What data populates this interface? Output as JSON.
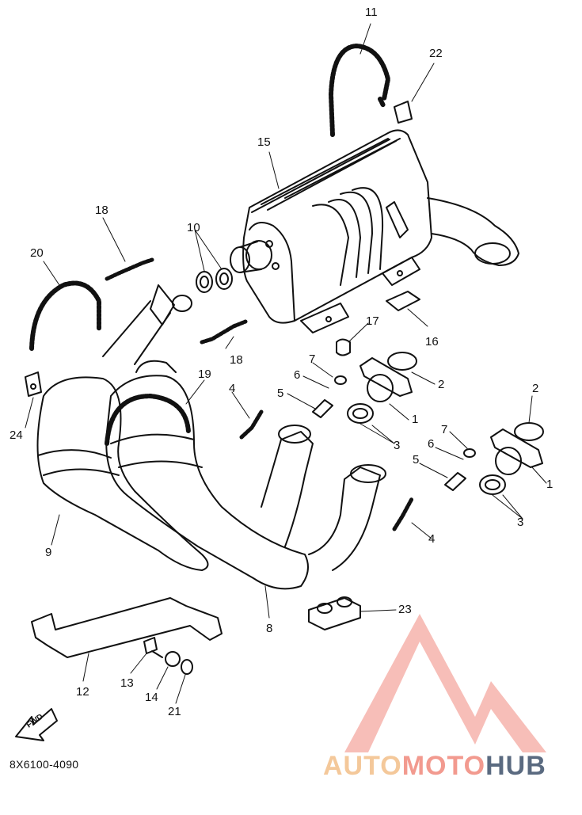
{
  "diagram": {
    "code": "8X6100-4090",
    "fwd_label": "FWD",
    "callouts": [
      "1",
      "1",
      "2",
      "2",
      "3",
      "3",
      "4",
      "4",
      "5",
      "5",
      "6",
      "6",
      "7",
      "7",
      "8",
      "9",
      "10",
      "11",
      "12",
      "13",
      "14",
      "15",
      "16",
      "17",
      "18",
      "18",
      "19",
      "20",
      "21",
      "22",
      "23",
      "24"
    ]
  },
  "watermark": {
    "part1": "AUTO",
    "part2": "MOTO",
    "part3": "HUB",
    "colors": {
      "part1": "#f4c89a",
      "part2": "#f29a8f",
      "part3": "#5a6a80",
      "logo": "#f29a8f"
    }
  }
}
